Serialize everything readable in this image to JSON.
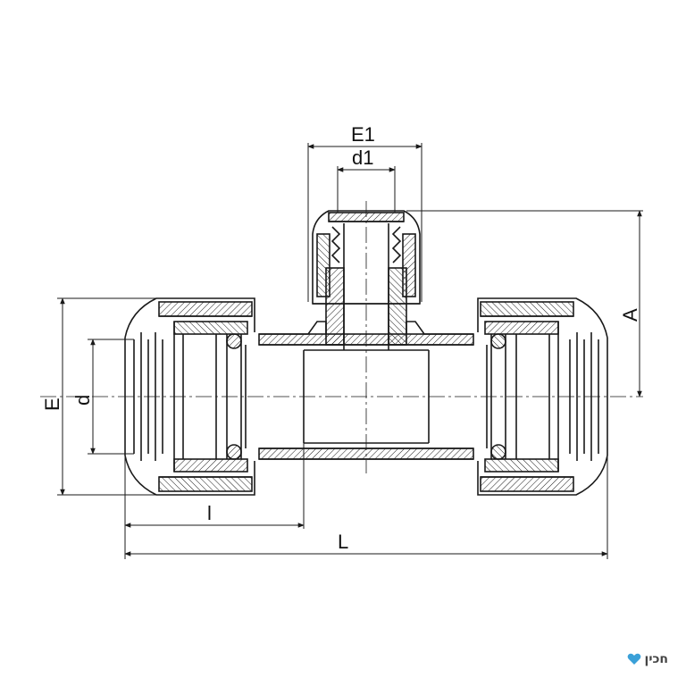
{
  "drawing": {
    "subject": "compression tee fitting",
    "labels": {
      "E1": "E1",
      "d1": "d1",
      "A": "A",
      "E": "E",
      "d": "d",
      "l": "l",
      "L": "L"
    }
  },
  "logo": {
    "text": "חכין"
  },
  "colors": {
    "line": "#1a1a1a",
    "logo_mark": "#3aa0d8"
  }
}
